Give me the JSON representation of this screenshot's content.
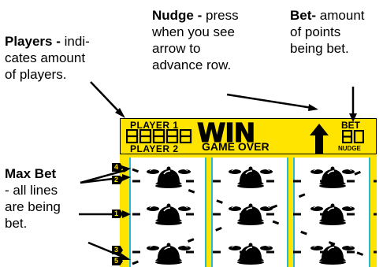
{
  "callouts": {
    "players": {
      "title": "Players -",
      "lines": [
        "indi-",
        "cates amount",
        "of players."
      ]
    },
    "nudge": {
      "title": "Nudge -",
      "lines": [
        "press",
        "when you see",
        "arrow to",
        "advance row."
      ]
    },
    "bet": {
      "title": "Bet-",
      "lines": [
        "amount",
        "of points",
        "being bet."
      ]
    },
    "maxbet": {
      "title": "Max Bet",
      "lines": [
        "- all lines",
        "are being",
        "bet."
      ]
    }
  },
  "panel": {
    "player1": "PLAYER 1",
    "player2": "PLAYER 2",
    "score_digits": "88888",
    "win": "WIN",
    "game_over": "GAME OVER",
    "bet_label": "BET",
    "bet_digits": "80",
    "nudge_label": "NUDGE"
  },
  "line_indicators": [
    "4",
    "2",
    "1",
    "3",
    "5"
  ],
  "colors": {
    "panel": "#ffe400",
    "reel_border": "#25b9d6"
  }
}
